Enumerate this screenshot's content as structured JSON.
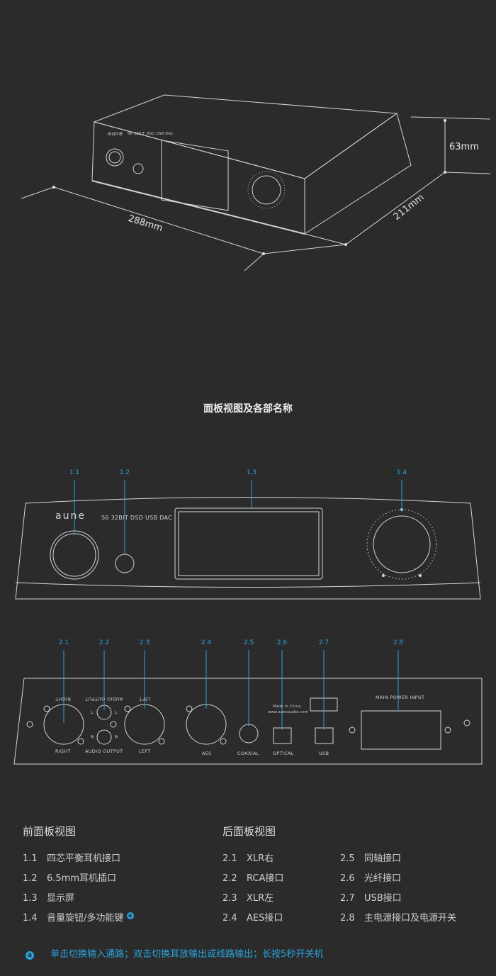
{
  "dimensions": {
    "height": "63mm",
    "depth": "211mm",
    "width": "288mm"
  },
  "front_panel_title": "面板视图及各部名称",
  "product_iso": {
    "brand": "aune",
    "model": "S6 32BIT DSD USB DAC"
  },
  "front": {
    "brand": "aune",
    "model": "S6 32BIT DSD USB DAC",
    "callouts": [
      "1.1",
      "1.2",
      "1.3",
      "1.4"
    ]
  },
  "rear": {
    "callouts": [
      "2.1",
      "2.2",
      "2.3",
      "2.4",
      "2.5",
      "2.6",
      "2.7",
      "2.8"
    ],
    "labels": {
      "right_top": "RIGHT",
      "audio_output_top": "AUDIO OUTPUT",
      "left_top": "LEFT",
      "right": "RIGHT",
      "audio_output": "AUDIO OUTPUT",
      "left": "LEFT",
      "aes": "AES",
      "coaxial": "COAXIAL",
      "optical": "OPTICAL",
      "usb": "USB",
      "main_power": "MAIN POWER INPUT",
      "made_in": "Made in China",
      "website": "www.auneaudio.com",
      "l": "L",
      "r": "R"
    }
  },
  "front_list": {
    "heading": "前面板视图",
    "items": [
      {
        "num": "1.1",
        "label": "四芯平衡耳机接口"
      },
      {
        "num": "1.2",
        "label": "6.5mm耳机插口"
      },
      {
        "num": "1.3",
        "label": "显示屏"
      },
      {
        "num": "1.4",
        "label": "音量旋钮/多功能键"
      }
    ]
  },
  "rear_list": {
    "heading": "后面板视图",
    "col1": [
      {
        "num": "2.1",
        "label": "XLR右"
      },
      {
        "num": "2.2",
        "label": "RCA接口"
      },
      {
        "num": "2.3",
        "label": "XLR左"
      },
      {
        "num": "2.4",
        "label": "AES接口"
      }
    ],
    "col2": [
      {
        "num": "2.5",
        "label": "同轴接口"
      },
      {
        "num": "2.6",
        "label": "光纤接口"
      },
      {
        "num": "2.7",
        "label": "USB接口"
      },
      {
        "num": "2.8",
        "label": "主电源接口及电源开关"
      }
    ]
  },
  "note": {
    "badge": "a",
    "text": "单击切换输入通路；双击切换耳放输出或线路输出；长按5秒开关机"
  },
  "colors": {
    "background": "#2b2b2b",
    "accent": "#29a3dc",
    "line": "#d8d8d8"
  }
}
